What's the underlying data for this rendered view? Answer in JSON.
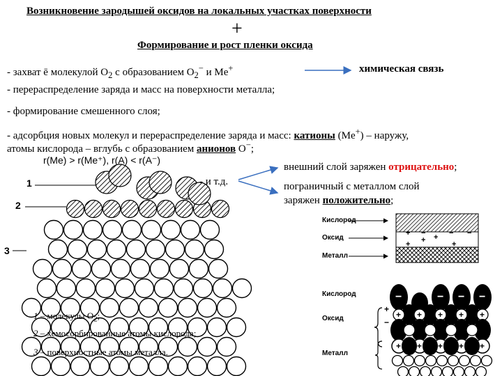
{
  "heading": {
    "title1": "Возникновение зародышей оксидов на локальных участках поверхности",
    "plus": "+",
    "title2": "Формирование и рост пленки оксида"
  },
  "bullets": {
    "b1_pre": "- захват ē молекулой O",
    "b1_sub": "2",
    "b1_mid": " с образованием O",
    "b1_sub2": "2",
    "b1_sup": "−",
    "b1_post": " и Me",
    "b1_sup2": "+",
    "b1_result": "химическая связь",
    "b2": "- перераспределение заряда и масс на поверхности металла;",
    "b3": "- формирование смешенного слоя;",
    "b4_pre": "- адсорбция новых молекул и перераспределение заряда и масс: ",
    "b4_cations": "катионы",
    "b4_mid": " (Me",
    "b4_sup": "+",
    "b4_post": ") – наружу,",
    "b4_line2_pre": "атомы кислорода – вглубь с образованием ",
    "b4_anions": "анионов",
    "b4_line2_post": " O",
    "b4_sup2": "−",
    "b4_end": ";",
    "radius": "r(Me) > r(Me⁺), r(A) < r(A⁻)",
    "etc": "- и т.д.",
    "outer_pre": "внешний слой заряжен ",
    "outer_red": "отрицательно",
    "outer_end": ";",
    "inner_line1": "пограничный с металлом  слой",
    "inner_pre": "заряжен ",
    "inner_bu": "положительно",
    "inner_end": ";"
  },
  "labels": {
    "n1": "1",
    "n2": "2",
    "n3": "3",
    "oxygen": "Кислород",
    "oxide": "Оксид",
    "metal": "Металл",
    "oxygen2": "Кислород",
    "oxide2": "Оксид",
    "metal2": "Металл"
  },
  "legend": {
    "l1_num": "1",
    "l1": " – молекулы O",
    "l1_sub": "2",
    "l1_end": ";",
    "l2_num": "2",
    "l2": " – хемосорбированные атомы кислорода;",
    "l3_num": "3",
    "l3": " – поверхностные атомы металла."
  },
  "signs": {
    "plus": "+",
    "minus": "−"
  },
  "colors": {
    "arrow": "#3a6fbf",
    "accent_red": "#d11111"
  }
}
